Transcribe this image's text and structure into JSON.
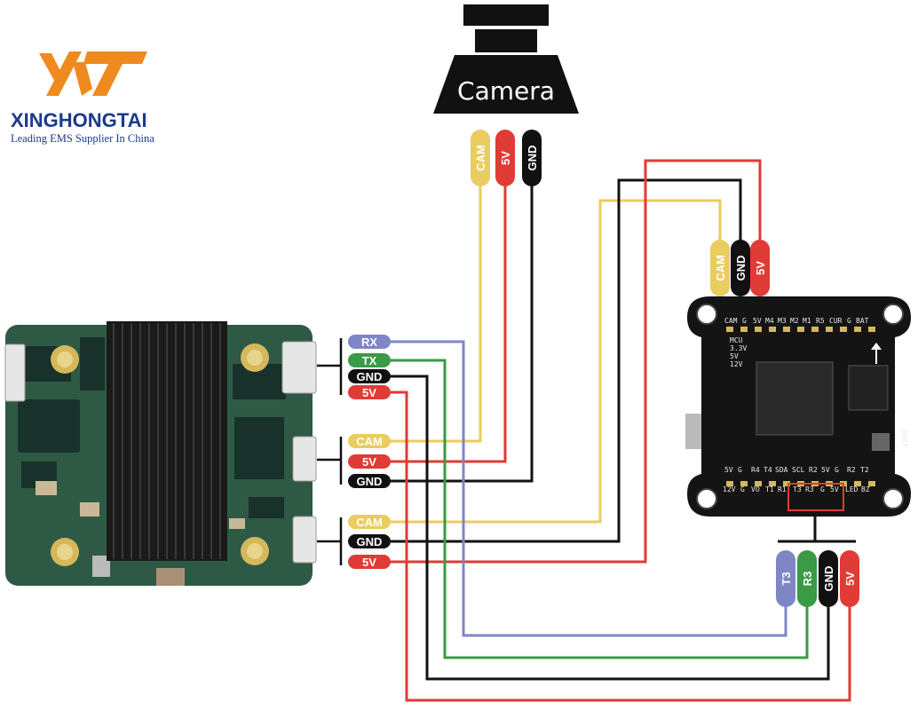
{
  "logo": {
    "company": "XINGHONGTAI",
    "tagline": "Leading EMS Supplier In China"
  },
  "camera": {
    "label": "Camera",
    "pins": [
      "CAM",
      "5V",
      "GND"
    ]
  },
  "vtx_connectors": {
    "uart": [
      "RX",
      "TX",
      "GND",
      "5V"
    ],
    "cam_in": [
      "CAM",
      "5V",
      "GND"
    ],
    "cam_out": [
      "CAM",
      "GND",
      "5V"
    ]
  },
  "fc_camera_pins": [
    "CAM",
    "GND",
    "5V"
  ],
  "fc_uart_pins": [
    "T3",
    "R3",
    "GND",
    "5V"
  ],
  "fc_silkscreen": {
    "top_row": [
      "CAM",
      "G",
      "5V",
      "M4",
      "M3",
      "M2",
      "M1",
      "R5",
      "CUR",
      "G",
      "BAT"
    ],
    "bottom_row1": [
      "5V",
      "G",
      "R4",
      "T4",
      "SDA",
      "SCL",
      "R2",
      "5V",
      "G",
      "R2",
      "T2"
    ],
    "bottom_row2": [
      "12V",
      "G",
      "VO",
      "T1",
      "R1",
      "T3",
      "R3",
      "G",
      "5V",
      "LED",
      "BZ"
    ],
    "side": [
      "MCU",
      "3.3V",
      "5V",
      "12V"
    ],
    "boot": "BOOT"
  },
  "colors": {
    "rx_t3": "#7f86c6",
    "tx_r3": "#3a9a45",
    "gnd": "#111111",
    "v5": "#e03b35",
    "cam": "#e9cd5f",
    "pcb_green": "#2e5a45",
    "heatsink": "#1a1a1a",
    "fc_board": "#141414",
    "logo_orange": "#f08a1f",
    "logo_blue": "#1b3a8c"
  }
}
